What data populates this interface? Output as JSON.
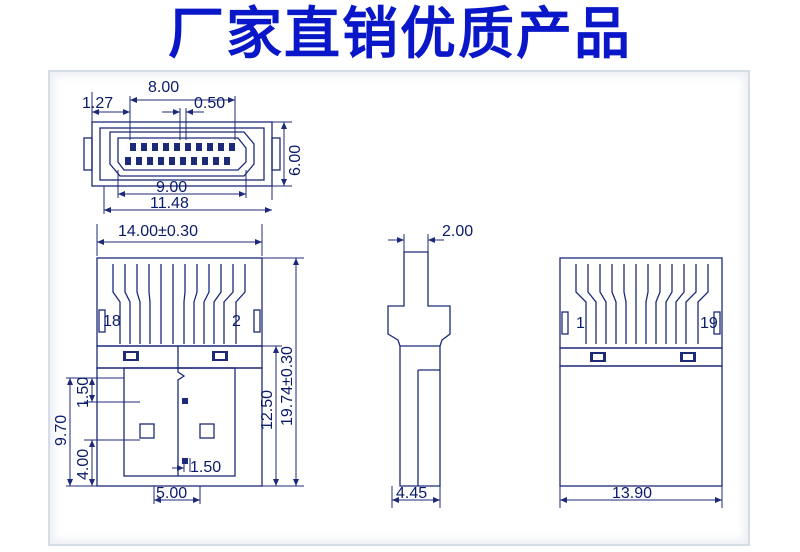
{
  "title": "厂家直销优质产品",
  "dimensions": {
    "top_pitch_overall": "8.00",
    "top_left_offset": "1.27",
    "top_pin_pitch": "0.50",
    "top_height": "6.00",
    "top_inner_width": "9.00",
    "top_outer_width": "11.48",
    "front_width": "14.00±0.30",
    "front_total_height": "19.74±0.30",
    "front_body_height": "12.50",
    "front_slot_height": "9.70",
    "front_slot_upper": "1.50",
    "front_slot_lower": "4.00",
    "front_slot_gap": "1.50",
    "front_bottom_width": "5.00",
    "side_top_width": "2.00",
    "side_bottom_width": "4.45",
    "back_width": "13.90"
  },
  "pin_labels": {
    "front_left": "18",
    "front_right": "2",
    "back_left": "1",
    "back_right": "19"
  },
  "colors": {
    "title": "#0a17c8",
    "lines": "#1c2a78"
  }
}
